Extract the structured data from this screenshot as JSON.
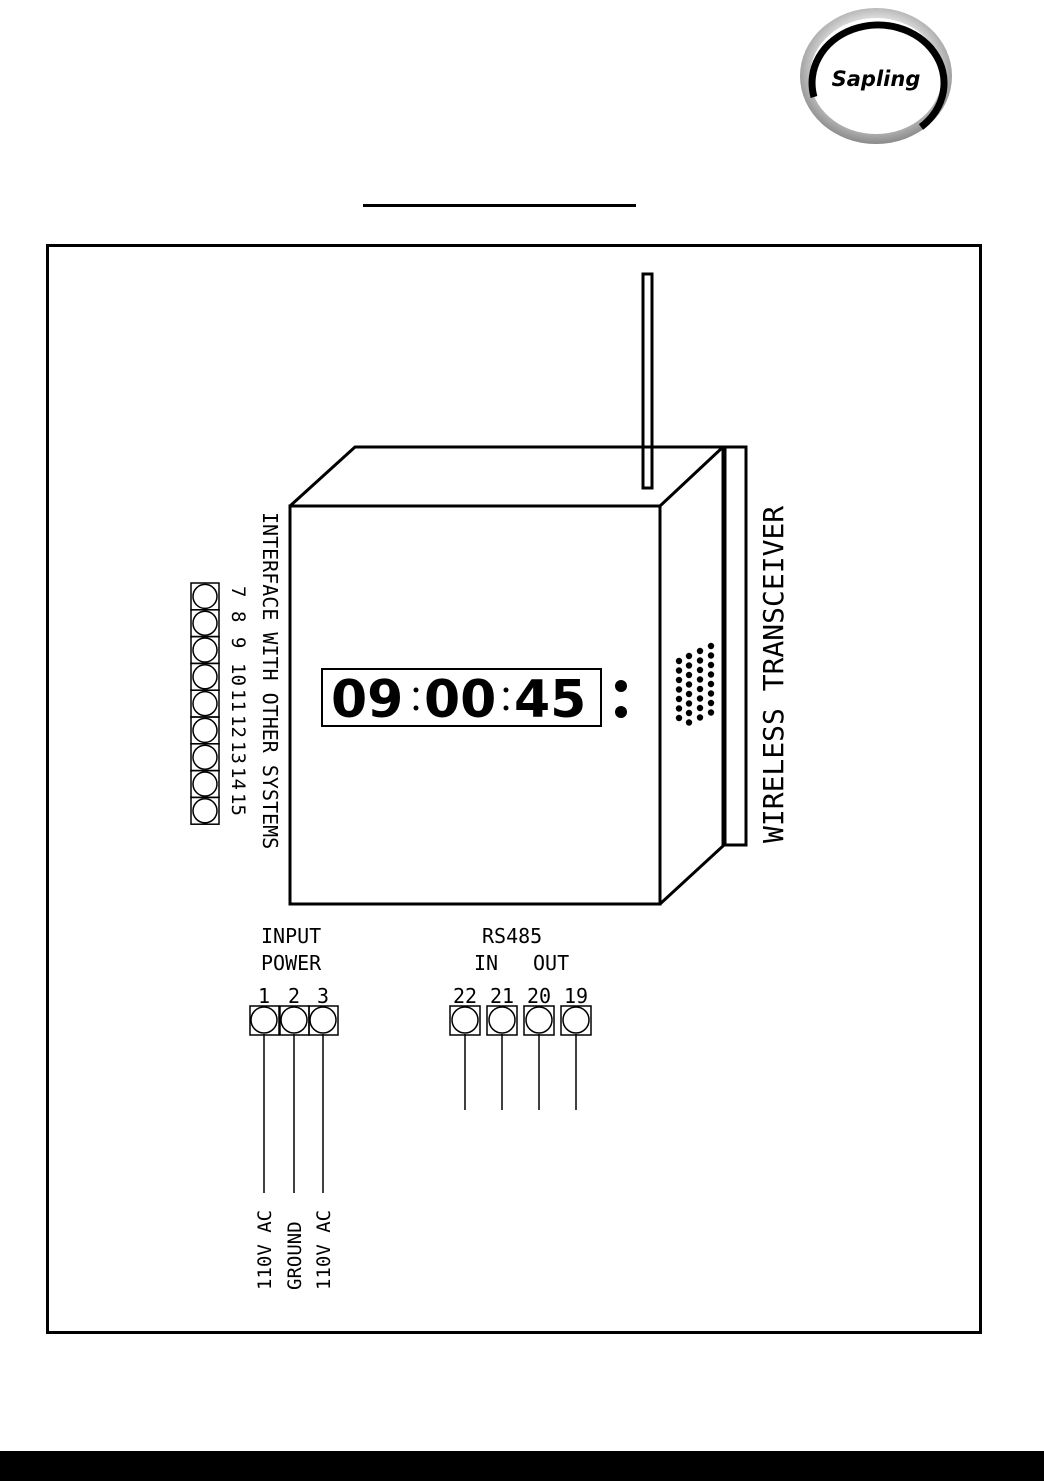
{
  "logo": {
    "text": "Sapling"
  },
  "display": {
    "hours": "09",
    "minutes": "00",
    "seconds": "45"
  },
  "interface": {
    "label": "INTERFACE WITH OTHER SYSTEMS",
    "terminals": [
      "7",
      "8",
      "9",
      "10",
      "11",
      "12",
      "13",
      "14",
      "15"
    ]
  },
  "transceiver": {
    "label": "WIRELESS TRANSCEIVER"
  },
  "input_power": {
    "label_line1": "INPUT",
    "label_line2": "POWER",
    "terminals": [
      "1",
      "2",
      "3"
    ],
    "wires": [
      "110V AC",
      "GROUND",
      "110V AC"
    ]
  },
  "rs485": {
    "label": "RS485",
    "in_label": "IN",
    "out_label": "OUT",
    "terminals": [
      "22",
      "21",
      "20",
      "19"
    ]
  },
  "colors": {
    "ink": "#000000",
    "paper": "#ffffff",
    "logo_ring": "#9a9a9a"
  }
}
